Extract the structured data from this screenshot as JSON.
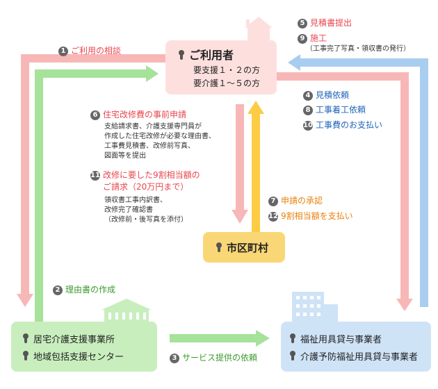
{
  "nodes": {
    "user": {
      "title": "ご利用者",
      "lines": [
        "要支援１・２の方",
        "要介護１～５の方"
      ]
    },
    "city": {
      "title": "市区町村"
    },
    "care": {
      "lines": [
        "居宅介護支援事業所",
        "地域包括支援センター"
      ]
    },
    "supplier": {
      "lines": [
        "福祉用具貸与事業者",
        "介護予防福祉用具貸与事業者"
      ]
    }
  },
  "steps": {
    "s1": {
      "num": "1",
      "label": "ご利用の相談"
    },
    "s2": {
      "num": "2",
      "label": "理由書の作成"
    },
    "s3": {
      "num": "3",
      "label": "サービス提供の依頼"
    },
    "s4": {
      "num": "4",
      "label": "見積依頼"
    },
    "s5": {
      "num": "5",
      "label": "見積書提出"
    },
    "s6": {
      "num": "6",
      "label": "住宅改修費の事前申請",
      "notes": [
        "支給請求書、介護支援専門員が",
        "作成した住宅改修が必要な理由書、",
        "工事費見積書、改修前写真、",
        "図面等を提出"
      ]
    },
    "s7": {
      "num": "7",
      "label": "申請の承認"
    },
    "s8": {
      "num": "8",
      "label": "工事着工依頼"
    },
    "s9": {
      "num": "9",
      "label": "施工",
      "note": "（工事完了写真・領収書の発行）"
    },
    "s10": {
      "num": "10",
      "label": "工事費のお支払い"
    },
    "s11": {
      "num": "11",
      "label_lines": [
        "改修に要した9割相当額の",
        "ご請求（20万円まで）"
      ],
      "notes": [
        "領収書工事内訳書、",
        "改修完了確認書",
        "（改修前・後写真を添付）"
      ]
    },
    "s12": {
      "num": "12",
      "label": "9割相当額を支払い"
    }
  },
  "colors": {
    "pink": "#f8b7b7",
    "green": "#a6e29a",
    "yellow": "#fdcc45",
    "blue": "#a9cdef",
    "red_text": "#e8474f",
    "blue_text": "#1f64b8",
    "green_text": "#3c9a2c",
    "orange_text": "#e8820e"
  },
  "icons": [
    "house-icon",
    "office-building-icon",
    "apartment-building-icon",
    "person-pin-icon",
    "circled-number-icon"
  ]
}
